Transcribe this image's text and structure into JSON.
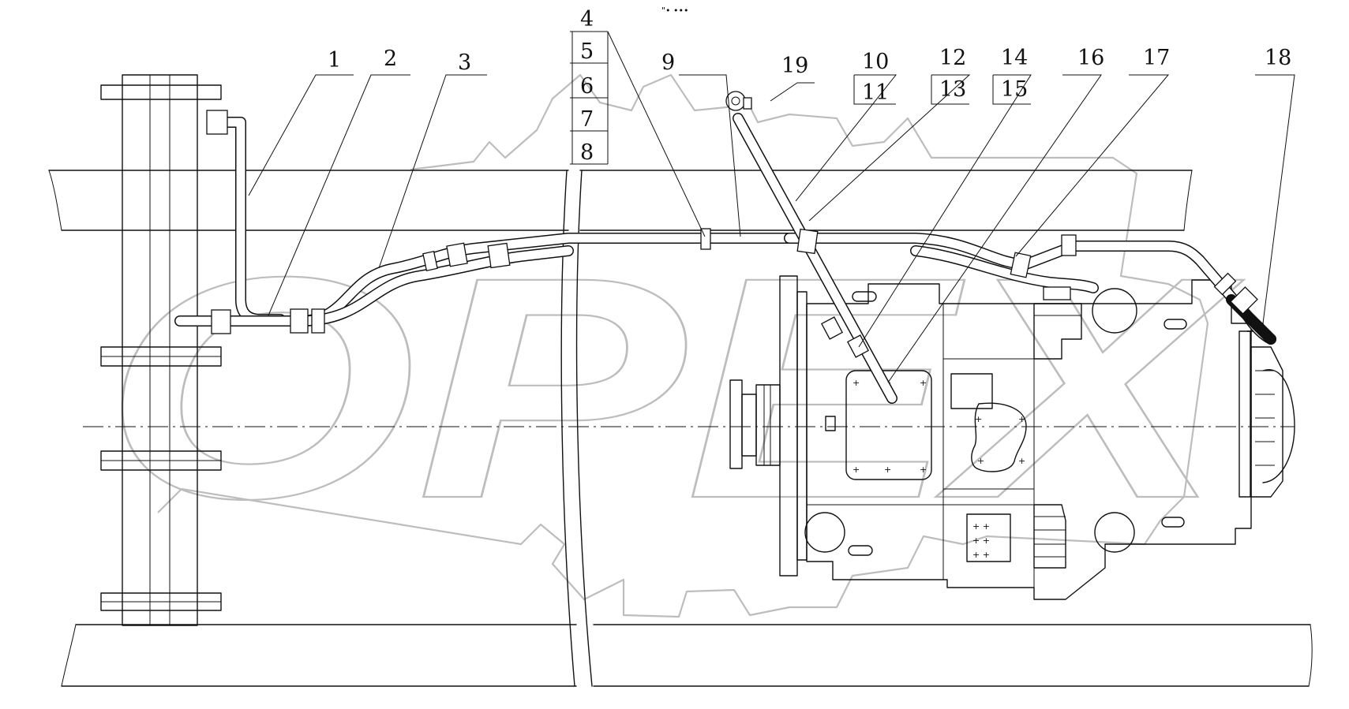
{
  "header_mark": "\"• •••",
  "watermark_text": "OPEX",
  "callouts": {
    "c1": "1",
    "c2": "2",
    "c3": "3",
    "c4": "4",
    "c5": "5",
    "c6": "6",
    "c7": "7",
    "c8": "8",
    "c9": "9",
    "c10": "10",
    "c11": "11",
    "c12": "12",
    "c13": "13",
    "c14": "14",
    "c15": "15",
    "c16": "16",
    "c17": "17",
    "c18": "18",
    "c19": "19"
  }
}
